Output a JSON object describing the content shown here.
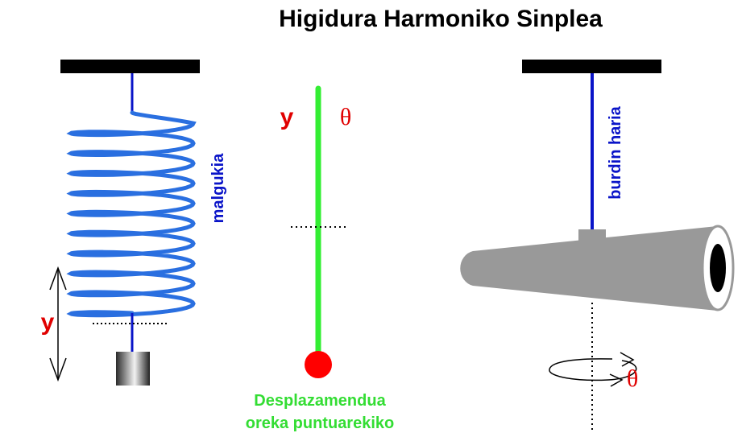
{
  "title": "Higidura Harmoniko Sinplea",
  "spring": {
    "label": "malgukia",
    "displacement_label": "y"
  },
  "pendulum": {
    "y_label": "y",
    "theta_label": "θ",
    "caption_line1": "Desplazamendua",
    "caption_line2": "oreka puntuarekiko"
  },
  "torsion": {
    "wire_label": "burdin haria",
    "theta_label": "θ"
  },
  "colors": {
    "title": "#000000",
    "support": "#000000",
    "spring_coil": "#2a6fe0",
    "wire": "#0a14c8",
    "label_blue": "#0a14c8",
    "symbol_red": "#e00000",
    "pendulum_rod": "#33ee33",
    "pendulum_bob": "#ff0000",
    "caption_green": "#33dd33",
    "cone_gray": "#999999"
  }
}
